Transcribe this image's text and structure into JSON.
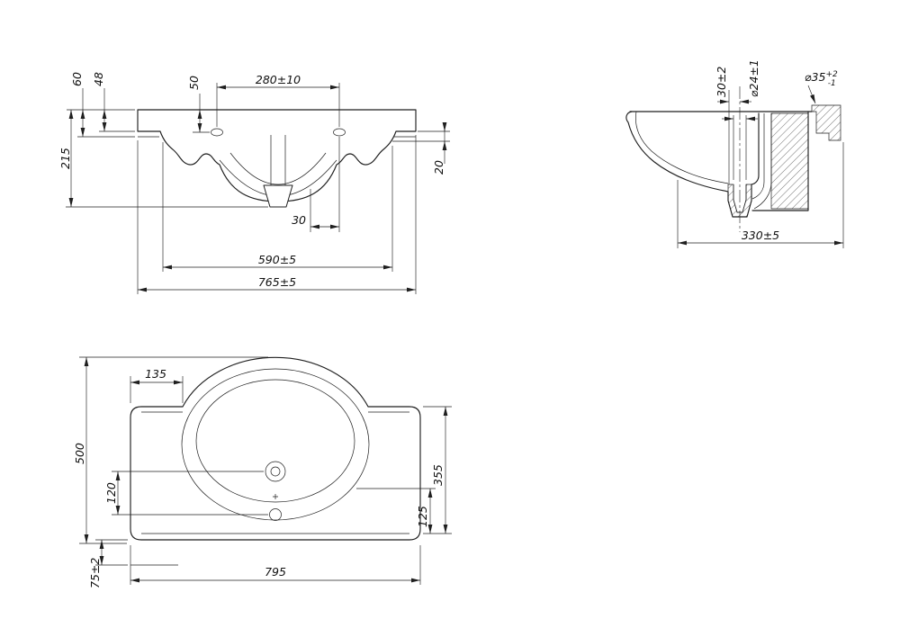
{
  "front": {
    "dims": {
      "rim_height_60": "60",
      "rim_height_48": "48",
      "hole_depth_50": "50",
      "hole_spacing": "280±10",
      "overall_height": "215",
      "edge_step_20": "20",
      "drain_offset_30": "30",
      "inner_width": "590±5",
      "overall_width": "765±5"
    }
  },
  "side": {
    "dims": {
      "overflow_offset": "30±2",
      "drain_diameter": "⌀24±1",
      "tap_hole_diameter": "⌀35",
      "tap_hole_tol_upper": "+2",
      "tap_hole_tol_lower": "-1",
      "overall_depth": "330±5"
    }
  },
  "plan": {
    "dims": {
      "corner_to_bowl": "135",
      "overall_depth": "500",
      "tap_to_drain": "120",
      "back_ledge": "75±2",
      "overall_width": "795",
      "right_depth": "355",
      "drain_to_edge": "125"
    }
  }
}
